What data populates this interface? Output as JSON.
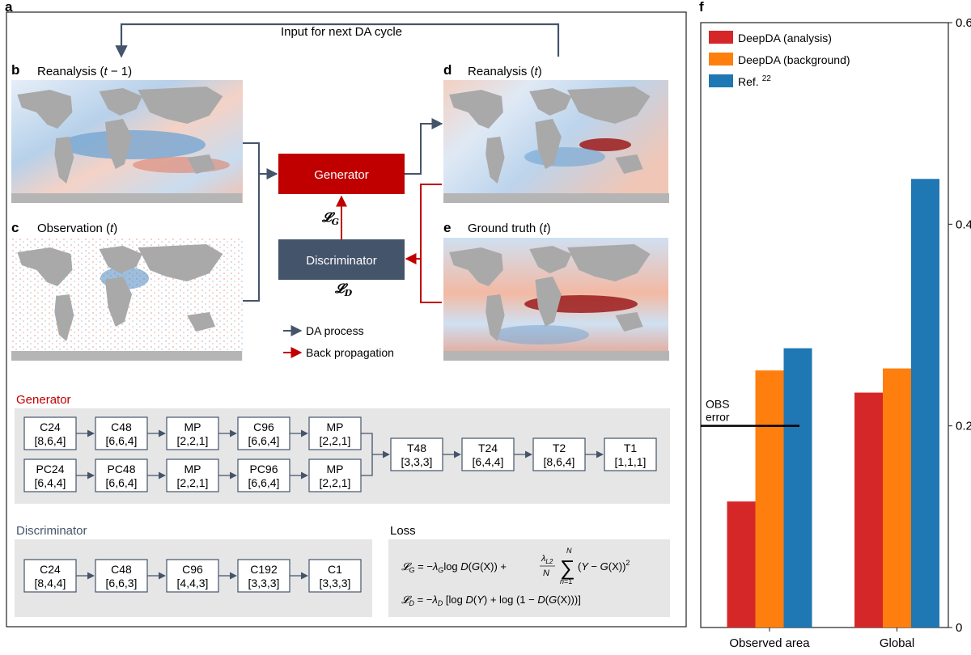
{
  "panel_labels": {
    "a": "a",
    "b": "b",
    "c": "c",
    "d": "d",
    "e": "e",
    "f": "f"
  },
  "cycle_label": "Input for next DA cycle",
  "maps": {
    "reanalysis_prev": "Reanalysis (",
    "reanalysis_prev_var": "t",
    "reanalysis_prev_suffix": " − 1)",
    "observation": "Observation (",
    "observation_var": "t",
    "reanalysis": "Reanalysis (",
    "reanalysis_var": "t",
    "ground_truth": "Ground truth (",
    "ground_truth_var": "t",
    "close_paren": ")"
  },
  "flow": {
    "generator": "Generator",
    "discriminator": "Discriminator",
    "loss_g": "𝓛",
    "loss_g_sub": "G",
    "loss_d": "𝓛",
    "loss_d_sub": "D"
  },
  "legend_flow": {
    "da_process": "DA process",
    "back_prop": "Back propagation"
  },
  "generator_section": {
    "title": "Generator",
    "row1": [
      {
        "name": "C24",
        "dims": "[8,6,4]"
      },
      {
        "name": "C48",
        "dims": "[6,6,4]"
      },
      {
        "name": "MP",
        "dims": "[2,2,1]"
      },
      {
        "name": "C96",
        "dims": "[6,6,4]"
      },
      {
        "name": "MP",
        "dims": "[2,2,1]"
      }
    ],
    "row2": [
      {
        "name": "PC24",
        "dims": "[6,4,4]"
      },
      {
        "name": "PC48",
        "dims": "[6,6,4]"
      },
      {
        "name": "MP",
        "dims": "[2,2,1]"
      },
      {
        "name": "PC96",
        "dims": "[6,6,4]"
      },
      {
        "name": "MP",
        "dims": "[2,2,1]"
      }
    ],
    "tail": [
      {
        "name": "T48",
        "dims": "[3,3,3]"
      },
      {
        "name": "T24",
        "dims": "[6,4,4]"
      },
      {
        "name": "T2",
        "dims": "[8,6,4]"
      },
      {
        "name": "T1",
        "dims": "[1,1,1]"
      }
    ]
  },
  "discriminator_section": {
    "title": "Discriminator",
    "blocks": [
      {
        "name": "C24",
        "dims": "[8,4,4]"
      },
      {
        "name": "C48",
        "dims": "[6,6,3]"
      },
      {
        "name": "C96",
        "dims": "[4,4,3]"
      },
      {
        "name": "C192",
        "dims": "[3,3,3]"
      },
      {
        "name": "C1",
        "dims": "[3,3,3]"
      }
    ]
  },
  "loss_section": {
    "title": "Loss"
  },
  "colors": {
    "generator_red": "#c00000",
    "discriminator_gray": "#44546a",
    "flow_arrow": "#44546a",
    "backprop_red": "#c00000",
    "bar_analysis": "#d62728",
    "bar_background": "#ff7f0e",
    "bar_ref": "#1f77b4"
  },
  "chart_data": {
    "type": "bar",
    "categories": [
      "Observed area",
      "Global"
    ],
    "series": [
      {
        "name": "DeepDA (analysis)",
        "values": [
          0.125,
          0.233
        ]
      },
      {
        "name": "DeepDA (background)",
        "values": [
          0.255,
          0.257
        ]
      },
      {
        "name": "Ref.",
        "values": [
          0.277,
          0.445
        ]
      }
    ],
    "legend_ref_superscript": "22",
    "ylim": [
      0,
      0.6
    ],
    "yticks": [
      "0",
      "0.2",
      "0.4",
      "0.6"
    ],
    "ytick_values": [
      0,
      0.2,
      0.4,
      0.6
    ],
    "reference_line": {
      "value": 0.2,
      "label_line1": "OBS",
      "label_line2": "error"
    },
    "legend_position": "top-left",
    "grid": false
  }
}
